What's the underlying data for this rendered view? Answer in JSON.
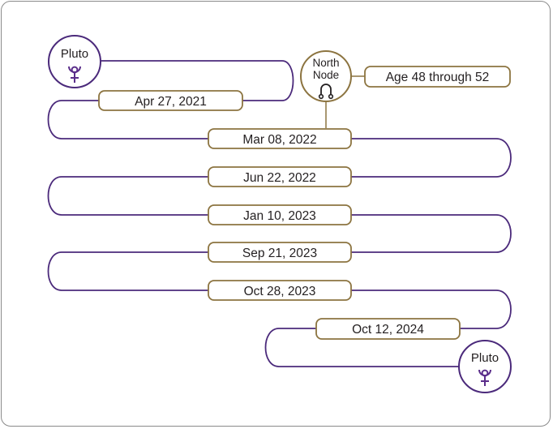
{
  "colors": {
    "path": "#4b2a7b",
    "pill_border": "#8c7440",
    "pluto_border": "#4b2a7b",
    "node_border": "#8c7440",
    "text": "#231f20",
    "glyph": "#5a2d8a"
  },
  "start_node": {
    "label": "Pluto",
    "icon": "pluto-glyph-icon"
  },
  "end_node": {
    "label": "Pluto",
    "icon": "pluto-glyph-icon"
  },
  "north_node": {
    "line1": "North",
    "line2": "Node",
    "icon": "north-node-glyph-icon"
  },
  "age_label": "Age 48 through 52",
  "dates": [
    "Apr 27, 2021",
    "Mar 08, 2022",
    "Jun 22, 2022",
    "Jan 10, 2023",
    "Sep 21, 2023",
    "Oct 28, 2023",
    "Oct 12, 2024"
  ]
}
